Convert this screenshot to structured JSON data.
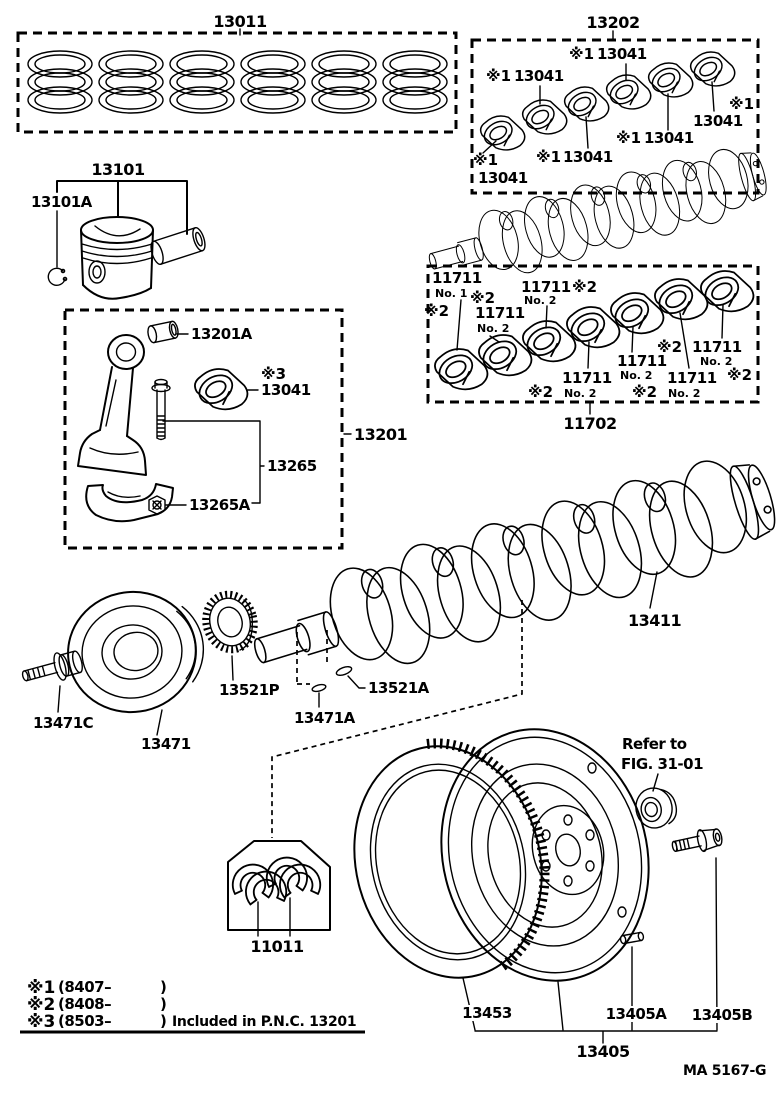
{
  "boxes": {
    "ring_sets": {
      "title": "13011"
    },
    "rod_bearing_set": {
      "title": "13202"
    },
    "rod_kit": {
      "title": "13201"
    },
    "main_bearing_set": {
      "title": "11702"
    },
    "thrust_washer": {
      "title": "11011"
    }
  },
  "parts": {
    "piston": "13101",
    "piston_snap_ring": "13101A",
    "rod_bushing": "13201A",
    "rod_bearing_mark": "※3",
    "rod_bearing": "13041",
    "rod_cap": "13265",
    "rod_nut": "13265A",
    "crankshaft": "13411",
    "timing_gear": "13521P",
    "gear_key": "13521A",
    "pulley": "13471",
    "pulley_key": "13471A",
    "pulley_bolt": "13471C",
    "ring_gear": "13453",
    "flywheel_dowel": "13405A",
    "flywheel_bolt": "13405B",
    "flywheel_assy": "13405"
  },
  "rod_bearing_labels": [
    {
      "mark": "※1",
      "number": "13041"
    },
    {
      "mark": "※1",
      "number": "13041"
    },
    {
      "mark": "※1",
      "number": "13041"
    },
    {
      "mark": "※1",
      "number": "13041"
    },
    {
      "mark": "※1",
      "number": "13041"
    },
    {
      "mark": "※1",
      "number": "13041"
    }
  ],
  "main_bearing_labels": [
    {
      "mark": "※2",
      "number": "11711",
      "position": "No. 1"
    },
    {
      "mark": "※2",
      "number": "11711",
      "position": "No. 2"
    },
    {
      "mark": "※2",
      "number": "11711",
      "position": "No. 2"
    },
    {
      "mark": "※2",
      "number": "11711",
      "position": "No. 2"
    },
    {
      "number": "11711",
      "position": "No. 2"
    },
    {
      "mark": "※2",
      "number": "11711",
      "position": "No. 2"
    },
    {
      "mark": "※2",
      "number": "11711",
      "position": "No. 2",
      "mark2": "※2"
    }
  ],
  "note": {
    "line1": "Refer to",
    "line2": "FIG. 31-01"
  },
  "legend": {
    "rows": [
      {
        "mark": "※1",
        "range": "(8407–",
        "close": ")",
        "note": ""
      },
      {
        "mark": "※2",
        "range": "(8408–",
        "close": ")",
        "note": ""
      },
      {
        "mark": "※3",
        "range": "(8503–",
        "close": ")",
        "note": "Included in P.N.C. 13201"
      }
    ]
  },
  "figure": {
    "code": "MA 5167-G"
  }
}
